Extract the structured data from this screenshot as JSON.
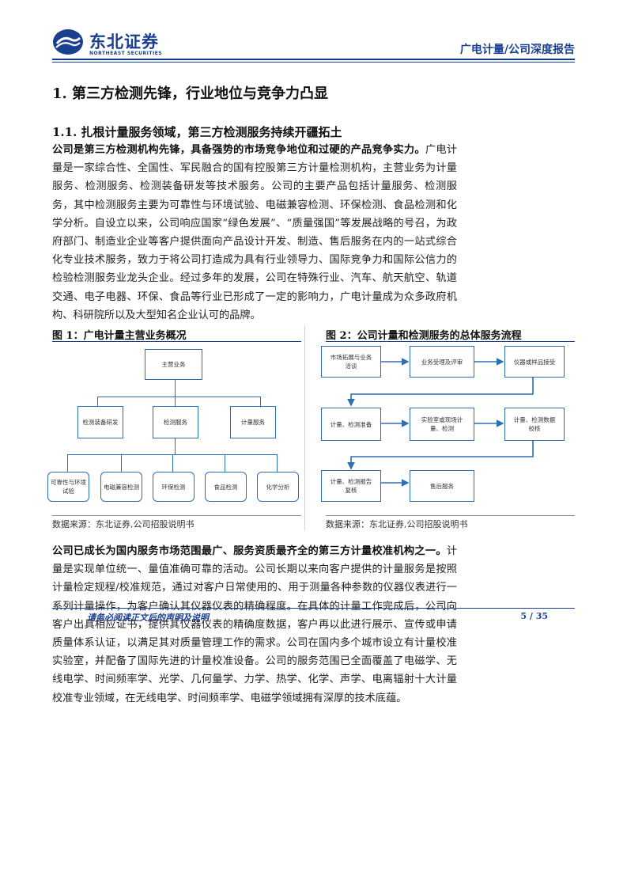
{
  "header": {
    "logo_cn": "东北证券",
    "logo_en": "NORTHEAST SECURITIES",
    "report_tag": "广电计量/公司深度报告"
  },
  "section1": {
    "title": "1.  第三方检测先锋，行业地位与竞争力凸显"
  },
  "section11": {
    "title": "1.1.   扎根计量服务领域，第三方检测服务持续开疆拓土"
  },
  "para1": {
    "lead": "公司是第三方检测机构先锋，具备强势的市场竞争地位和过硬的产品竞争实力。",
    "body": "广电计量是一家综合性、全国性、军民融合的国有控股第三方计量检测机构，主营业务为计量服务、检测服务、检测装备研发等技术服务。公司的主要产品包括计量服务、检测服务，其中检测服务主要为可靠性与环境试验、电磁兼容检测、环保检测、食品检测和化学分析。自设立以来，公司响应国家“绿色发展”、“质量强国”等发展战略的号召，为政府部门、制造业企业等客户提供面向产品设计开发、制造、售后服务在内的一站式综合化专业技术服务，致力于将公司打造成为具有行业领导力、国际竞争力和国际公信力的检验检测服务业龙头企业。经过多年的发展，公司在特殊行业、汽车、航天航空、轨道交通、电子电器、环保、食品等行业已形成了一定的影响力，广电计量成为众多政府机构、科研院所以及大型知名企业认可的品牌。"
  },
  "figure1": {
    "caption": "图 1：广电计量主营业务概况",
    "root": "主营业务",
    "level2": [
      "检测装备研发",
      "检测服务",
      "计量服务"
    ],
    "level3": [
      "可靠性与环境试验",
      "电磁兼容检测",
      "环保检测",
      "食品检测",
      "化学分析"
    ],
    "source": "数据来源：东北证券,公司招股说明书"
  },
  "figure2": {
    "caption": "图 2：公司计量和检测服务的总体服务流程",
    "steps": [
      "市场拓展与业务洽谈",
      "业务受理及评审",
      "仪器或样品接受",
      "计量、检测准备",
      "实验室或现场计量、检测",
      "计量、检测数据校核",
      "计量、检测报告复核",
      "售后服务"
    ],
    "source": "数据来源：东北证券,公司招股说明书"
  },
  "para2": {
    "lead": "公司已成长为国内服务市场范围最广、服务资质最齐全的第三方计量校准机构之一。",
    "body": "计量是实现单位统一、量值准确可靠的活动。公司长期以来向客户提供的计量服务是按照计量检定规程/校准规范，通过对客户日常使用的、用于测量各种参数的仪器仪表进行一系列计量操作，为客户确认其仪器仪表的精确程度。在具体的计量工作完成后，公司向客户出具相应证书，提供其仪器仪表的精确度数据，客户再以此进行展示、宣传或申请质量体系认证，以满足其对质量管理工作的需求。公司在国内多个城市设立有计量校准实验室，并配备了国际先进的计量校准设备。公司的服务范围已全面覆盖了电磁学、无线电学、时间频率学、光学、几何量学、力学、热学、化学、声学、电离辐射十大计量校准专业领域，在无线电学、时间频率学、电磁学领域拥有深厚的技术底蕴。"
  },
  "footer": {
    "disclaimer": "请务必阅读正文后的声明及说明",
    "page": "5 / 35"
  },
  "colors": {
    "brand": "#1a3f8f",
    "chart_stroke": "#2c6fb5"
  }
}
